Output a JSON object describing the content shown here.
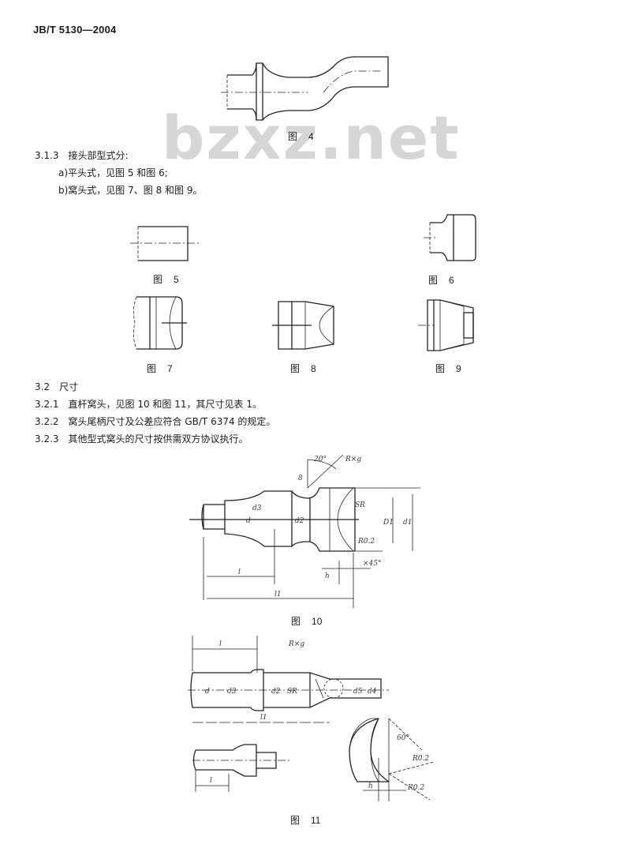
{
  "header": {
    "standard_number": "JB/T 5130—2004"
  },
  "watermark": "bzxz.net",
  "section_3_1_3": {
    "heading": "3.1.3　接头部型式分:",
    "item_a": "a)平头式，见图 5 和图 6;",
    "item_b": "b)窝头式，见图 7、图 8 和图 9。"
  },
  "section_3_2": {
    "heading": "3.2　尺寸",
    "p1": "3.2.1　直杆窝头，见图 10 和图 11，其尺寸见表 1。",
    "p2": "3.2.2　窝头尾柄尺寸及公差应符合 GB/T 6374 的规定。",
    "p3": "3.2.3　其他型式窝头的尺寸按供需双方协议执行。"
  },
  "figures": {
    "fig_word": "图",
    "fig4": "4",
    "fig5": "5",
    "fig6": "6",
    "fig7": "7",
    "fig8": "8",
    "fig9": "9",
    "fig10": "10",
    "fig11": "11"
  },
  "fig10_labels": {
    "angle": "20°",
    "ref": "R×g",
    "s": "8",
    "d": "d",
    "d3": "d3",
    "d2": "d2",
    "D1": "D1",
    "d1": "d1",
    "R": "R0.2",
    "chamfer": "×45°",
    "h": "h",
    "l": "l",
    "l1": "l1",
    "sr": "SR"
  },
  "fig11_labels": {
    "ref": "R×g",
    "l": "l",
    "l1": "l1",
    "d": "d",
    "d3": "d3",
    "d2": "d2",
    "d5": "d5",
    "d4": "d4",
    "sr": "SR",
    "r1": "R0.2",
    "r2": "R0.2",
    "angle": "60°",
    "h": "h"
  }
}
